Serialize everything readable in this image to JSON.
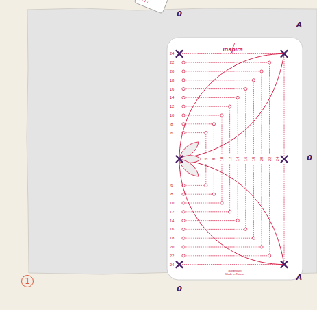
{
  "diagram": {
    "nodes": [
      {
        "text": [
          "1"
        ]
      }
    ],
    "labels": [
      "0",
      "A",
      "0",
      "A",
      "0",
      "inspira",
      "24",
      "22",
      "20",
      "18",
      "16",
      "14",
      "12",
      "10",
      "8",
      "6",
      "6",
      "8",
      "10",
      "12",
      "14",
      "16",
      "18",
      "20",
      "22",
      "24",
      "6",
      "8",
      "10",
      "12",
      "14",
      "16",
      "18",
      "20",
      "22",
      "24",
      "quiltbrillant",
      "Made in Taiwan"
    ]
  }
}
